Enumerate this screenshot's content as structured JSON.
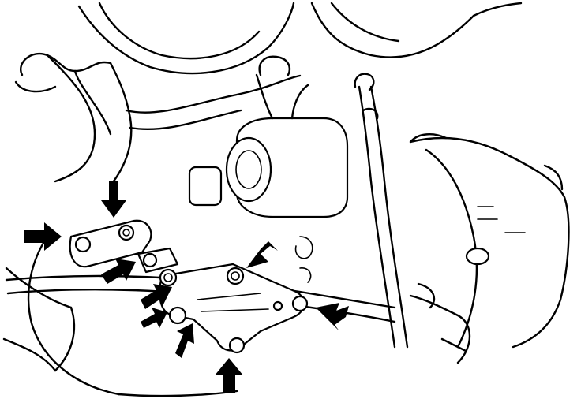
{
  "figure": {
    "background": "#ffffff",
    "line_color": "#000000",
    "arrow_color": "#000000"
  },
  "callouts": {
    "arrow_count": 9,
    "arrows": [
      {
        "id": "arrow-1",
        "pointing": "right"
      },
      {
        "id": "arrow-2",
        "pointing": "down"
      },
      {
        "id": "arrow-3",
        "pointing": "up-right"
      },
      {
        "id": "arrow-4",
        "pointing": "down-left"
      },
      {
        "id": "arrow-5",
        "pointing": "up-right"
      },
      {
        "id": "arrow-6",
        "pointing": "up-right"
      },
      {
        "id": "arrow-7",
        "pointing": "up-left"
      },
      {
        "id": "arrow-8",
        "pointing": "up"
      },
      {
        "id": "arrow-9",
        "pointing": "up"
      }
    ]
  }
}
